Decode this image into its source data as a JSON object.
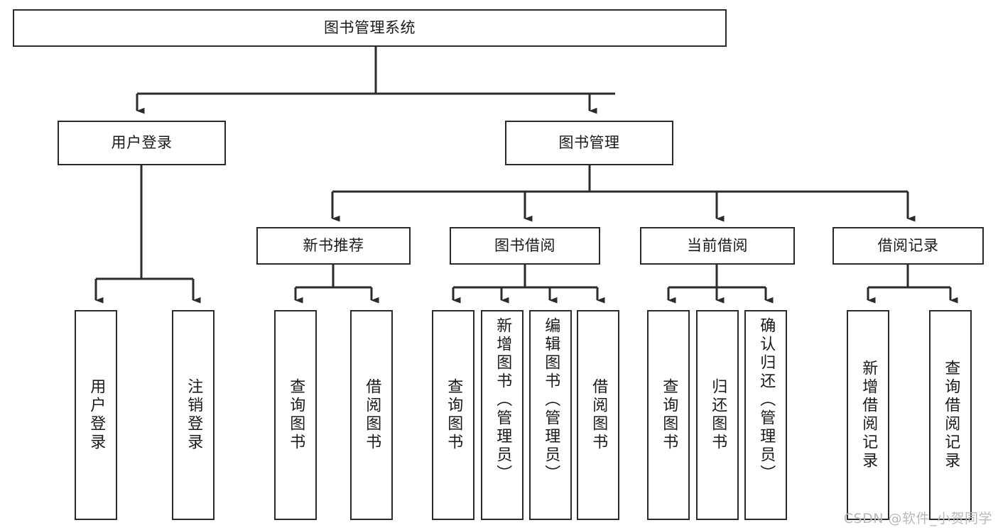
{
  "diagram": {
    "title": "图书管理系统",
    "type": "tree-hierarchy-diagram",
    "root": {
      "id": "root",
      "label": "图书管理系统"
    },
    "level2": [
      {
        "id": "user-login",
        "label": "用户登录"
      },
      {
        "id": "book-management",
        "label": "图书管理"
      }
    ],
    "level3": [
      {
        "id": "new-book-recommend",
        "label": "新书推荐",
        "parent": "book-management"
      },
      {
        "id": "book-borrow",
        "label": "图书借阅",
        "parent": "book-management"
      },
      {
        "id": "current-borrow",
        "label": "当前借阅",
        "parent": "book-management"
      },
      {
        "id": "borrow-record",
        "label": "借阅记录",
        "parent": "book-management"
      }
    ],
    "leaves": [
      {
        "id": "leaf-user-login",
        "label": "用户登录",
        "parent": "user-login"
      },
      {
        "id": "leaf-logout-login",
        "label": "注销登录",
        "parent": "user-login"
      },
      {
        "id": "leaf-query-book-1",
        "label": "查询图书",
        "parent": "new-book-recommend"
      },
      {
        "id": "leaf-borrow-book-1",
        "label": "借阅图书",
        "parent": "new-book-recommend"
      },
      {
        "id": "leaf-query-book-2",
        "label": "查询图书",
        "parent": "book-borrow"
      },
      {
        "id": "leaf-add-book",
        "label": "新增图书（管理员）",
        "parent": "book-borrow"
      },
      {
        "id": "leaf-edit-book",
        "label": "编辑图书（管理员）",
        "parent": "book-borrow"
      },
      {
        "id": "leaf-borrow-book-2",
        "label": "借阅图书",
        "parent": "book-borrow"
      },
      {
        "id": "leaf-query-book-3",
        "label": "查询图书",
        "parent": "current-borrow"
      },
      {
        "id": "leaf-return-book",
        "label": "归还图书",
        "parent": "current-borrow"
      },
      {
        "id": "leaf-confirm-return",
        "label": "确认归还（管理员）",
        "parent": "current-borrow"
      },
      {
        "id": "leaf-add-borrow-record",
        "label": "新增借阅记录",
        "parent": "borrow-record"
      },
      {
        "id": "leaf-query-borrow-record",
        "label": "查询借阅记录",
        "parent": "borrow-record"
      }
    ]
  },
  "watermark": {
    "text": "CSDN @软件_小贺同学"
  },
  "colors": {
    "stroke": "#2b2b2b",
    "box_fill": "#ffffff",
    "text": "#1a1a1a",
    "watermark": "#b9b9b9",
    "background": "#ffffff"
  }
}
